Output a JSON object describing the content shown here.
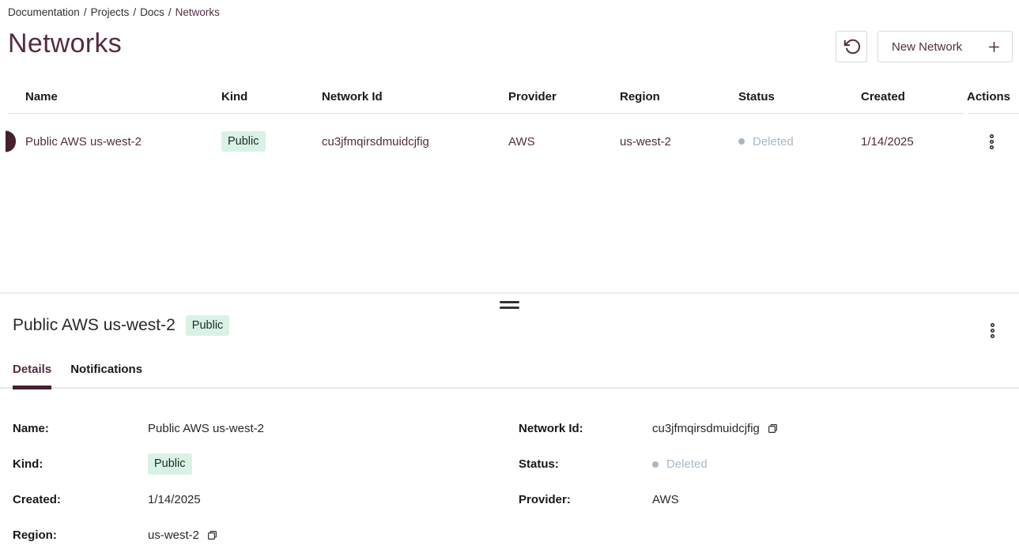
{
  "breadcrumb": {
    "items": [
      "Documentation",
      "Projects",
      "Docs"
    ],
    "current": "Networks",
    "separator": "/"
  },
  "header": {
    "title": "Networks",
    "new_button_label": "New Network"
  },
  "icons": {
    "refresh": "rotate-ccw-icon",
    "plus": "plus-icon",
    "kebab": "kebab-vertical-icon",
    "copy": "copy-icon",
    "drag": "drag-handle",
    "status_dot": "dot"
  },
  "table": {
    "columns": [
      "Name",
      "Kind",
      "Network Id",
      "Provider",
      "Region",
      "Status",
      "Created",
      "Actions"
    ],
    "rows": [
      {
        "name": "Public AWS us-west-2",
        "kind": "Public",
        "network_id": "cu3jfmqirsdmuidcjfig",
        "provider": "AWS",
        "region": "us-west-2",
        "status": "Deleted",
        "created": "1/14/2025"
      }
    ]
  },
  "drawer": {
    "title": "Public AWS us-west-2",
    "badge": "Public",
    "tabs": [
      {
        "label": "Details",
        "active": true
      },
      {
        "label": "Notifications",
        "active": false
      }
    ],
    "details": {
      "left": [
        {
          "label": "Name:",
          "value": "Public AWS us-west-2"
        },
        {
          "label": "Kind:",
          "value": "Public"
        },
        {
          "label": "Created:",
          "value": "1/14/2025"
        },
        {
          "label": "Region:",
          "value": "us-west-2"
        }
      ],
      "right": [
        {
          "label": "Network Id:",
          "value": "cu3jfmqirsdmuidcjfig"
        },
        {
          "label": "Status:",
          "value": "Deleted"
        },
        {
          "label": "Provider:",
          "value": "AWS"
        }
      ]
    }
  },
  "colors": {
    "accent": "#552c42",
    "accent_dark": "#45202f",
    "badge_bg": "#d9f2e6",
    "status_muted": "#a8b8c6",
    "border": "#dde1e6"
  }
}
